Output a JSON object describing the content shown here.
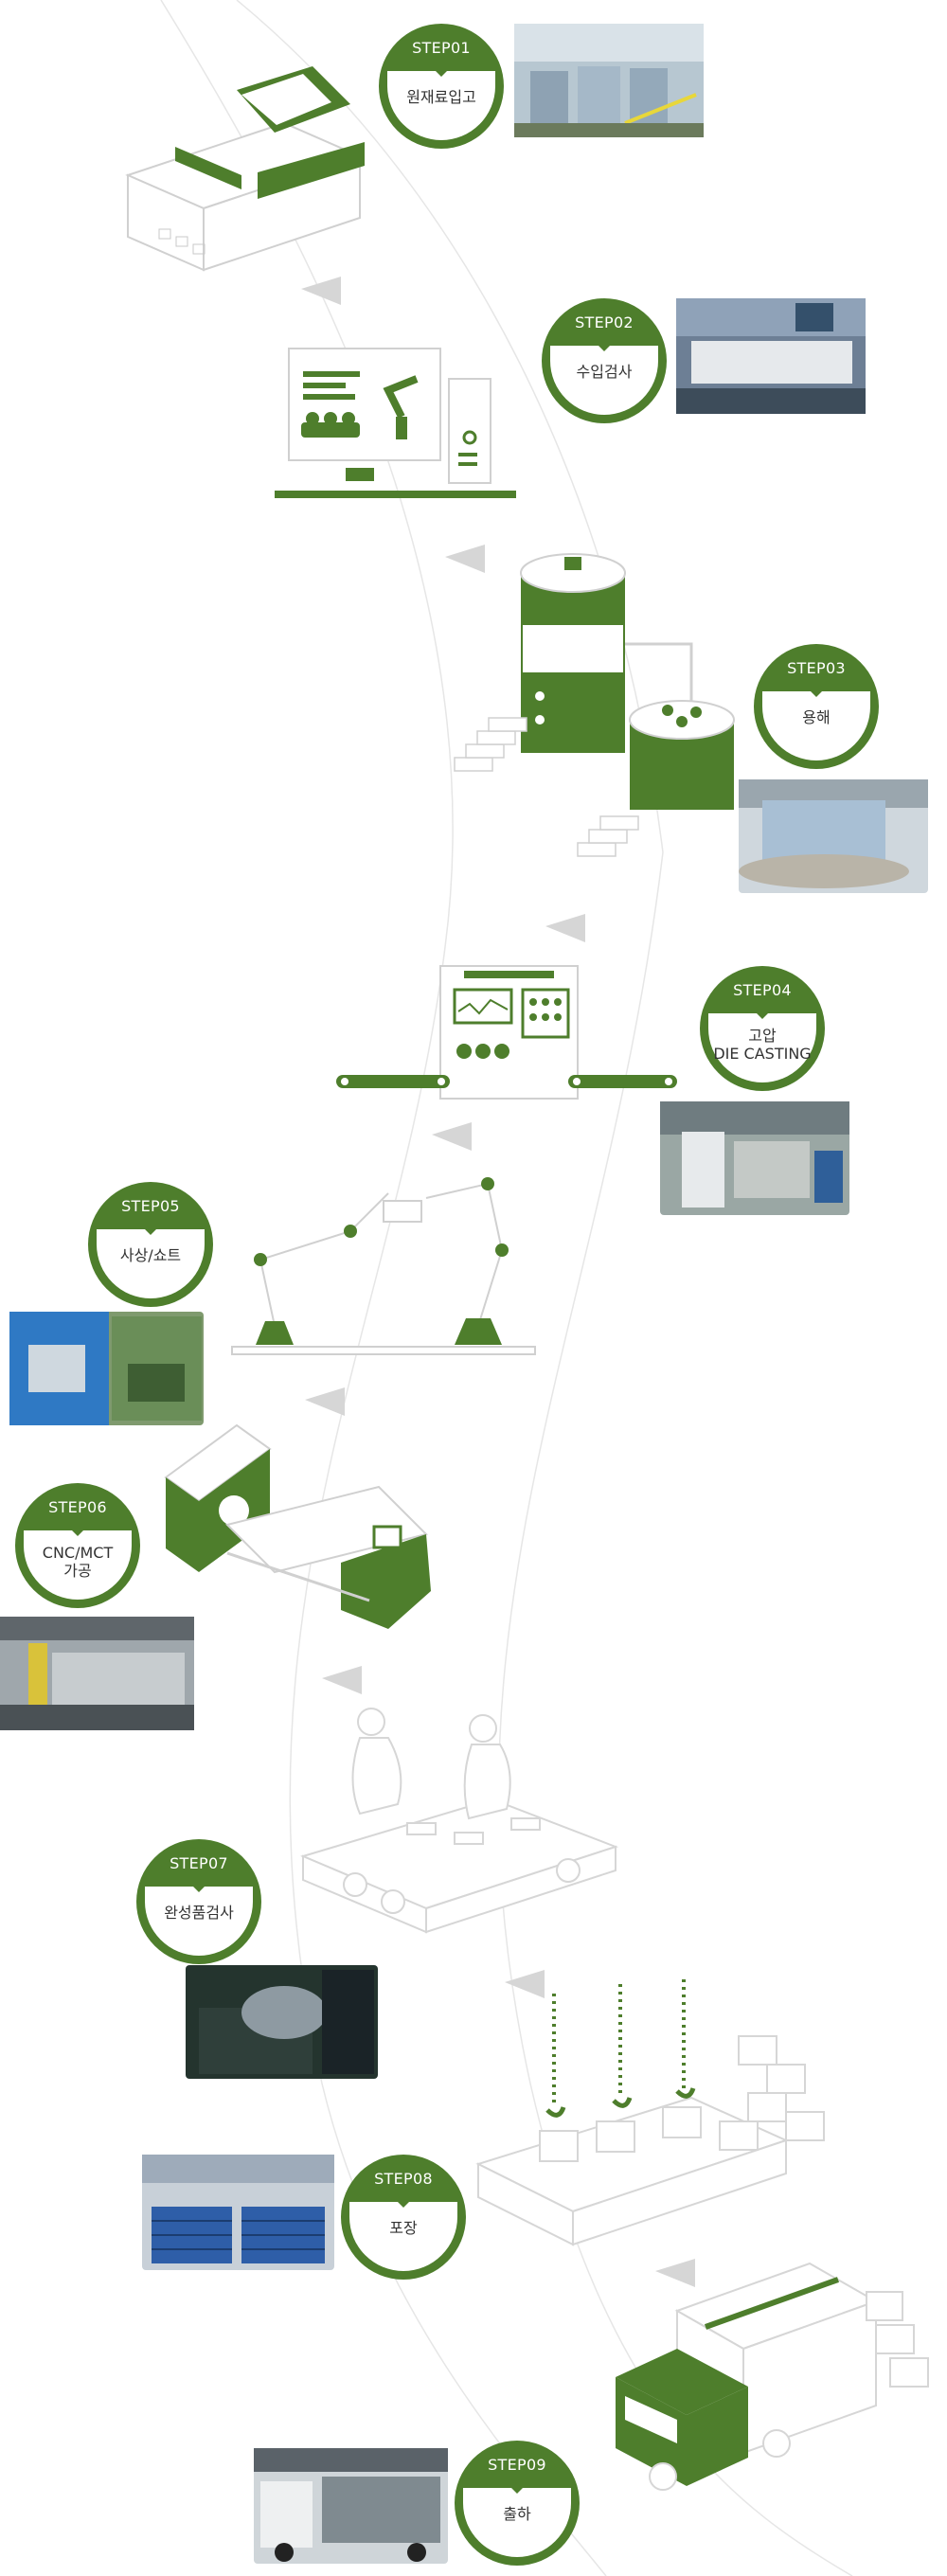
{
  "steps": [
    {
      "num": "STEP01",
      "name": "원재료입고"
    },
    {
      "num": "STEP02",
      "name": "수입검사"
    },
    {
      "num": "STEP03",
      "name": "용해"
    },
    {
      "num": "STEP04",
      "name": "고압\nDIE CASTING"
    },
    {
      "num": "STEP05",
      "name": "사상/쇼트"
    },
    {
      "num": "STEP06",
      "name": "CNC/MCT\n가공"
    },
    {
      "num": "STEP07",
      "name": "완성품검사"
    },
    {
      "num": "STEP08",
      "name": "포장"
    },
    {
      "num": "STEP09",
      "name": "출하"
    }
  ],
  "colors": {
    "accent": "#4e7e2c",
    "line": "#dedede",
    "arrow": "#d4d4d4"
  }
}
